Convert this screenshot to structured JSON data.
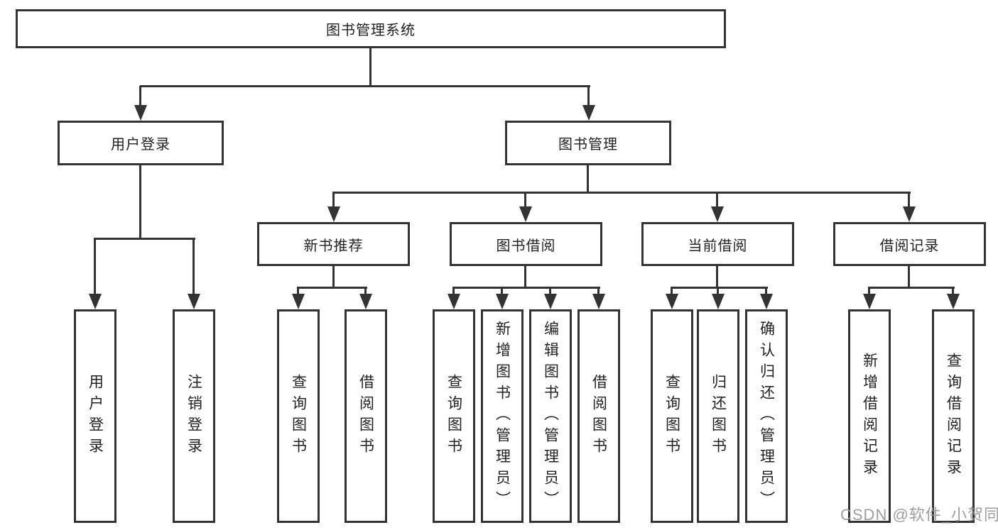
{
  "diagram": {
    "tree": {
      "id": "system-root",
      "label": "图书管理系统",
      "children": [
        {
          "id": "user-login-branch",
          "label": "用户登录",
          "children": [
            {
              "id": "user-login",
              "label": "用户登录"
            },
            {
              "id": "logout",
              "label": "注销登录"
            }
          ]
        },
        {
          "id": "book-management",
          "label": "图书管理",
          "children": [
            {
              "id": "new-book-recommend",
              "label": "新书推荐",
              "children": [
                {
                  "id": "query-books",
                  "label": "查询图书"
                },
                {
                  "id": "borrow-book",
                  "label": "借阅图书"
                }
              ]
            },
            {
              "id": "book-borrowing",
              "label": "图书借阅",
              "children": [
                {
                  "id": "query-books",
                  "label": "查询图书"
                },
                {
                  "id": "add-book-admin",
                  "label": "新增图书（管理员）"
                },
                {
                  "id": "edit-book-admin",
                  "label": "编辑图书（管理员）"
                },
                {
                  "id": "borrow-book",
                  "label": "借阅图书"
                }
              ]
            },
            {
              "id": "current-borrowing",
              "label": "当前借阅",
              "children": [
                {
                  "id": "query-books",
                  "label": "查询图书"
                },
                {
                  "id": "return-book",
                  "label": "归还图书"
                },
                {
                  "id": "confirm-return-admin",
                  "label": "确认归还（管理员）"
                }
              ]
            },
            {
              "id": "borrow-records",
              "label": "借阅记录",
              "children": [
                {
                  "id": "add-borrow-record",
                  "label": "新增借阅记录"
                },
                {
                  "id": "query-borrow-record",
                  "label": "查询借阅记录"
                }
              ]
            }
          ]
        }
      ]
    },
    "colors": {
      "line": "#333333",
      "box_border": "#333333",
      "text": "#222222",
      "background": "#ffffff"
    }
  },
  "watermark": {
    "text": "CSDN @软件_小贺同学",
    "color": "#969696"
  }
}
